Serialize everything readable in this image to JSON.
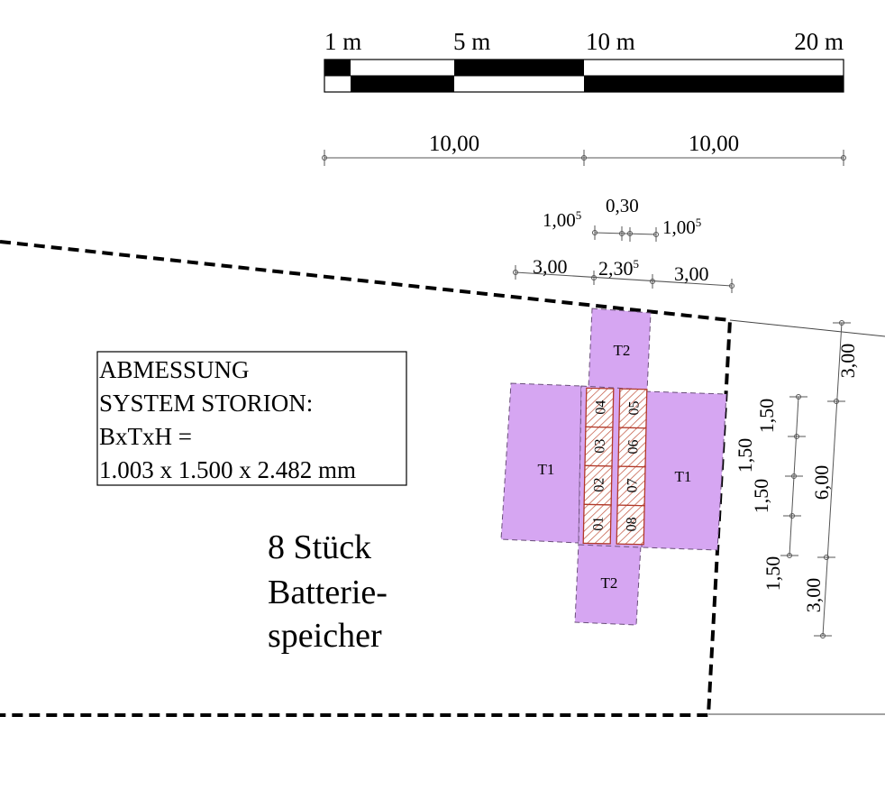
{
  "scale_bar": {
    "labels": [
      "1 m",
      "5 m",
      "10 m",
      "20 m"
    ]
  },
  "dimensions": {
    "top_total": [
      "10,00",
      "10,00"
    ],
    "gap_row": {
      "left": "1,00",
      "left_sup": "5",
      "middle": "0,30",
      "right": "1,00",
      "right_sup": "5"
    },
    "width_row": {
      "left": "3,00",
      "middle": "2,30",
      "middle_sup": "5",
      "right": "3,00"
    },
    "right_inner": [
      "1,50",
      "1,50",
      "1,50",
      "1,50"
    ],
    "right_outer": [
      "3,00",
      "6,00",
      "3,00"
    ]
  },
  "zones": {
    "t1_left": "T1",
    "t1_right": "T1",
    "t2_top": "T2",
    "t2_bottom": "T2"
  },
  "batteries": [
    "01",
    "02",
    "03",
    "04",
    "05",
    "06",
    "07",
    "08"
  ],
  "info_box": {
    "line1": "ABMESSUNG",
    "line2": "SYSTEM STORION:",
    "line3": "BxTxH =",
    "line4": "1.003 x 1.500 x 2.482 mm"
  },
  "caption": {
    "line1": "8 Stück",
    "line2": "Batterie-",
    "line3": "speicher"
  },
  "colors": {
    "zone_fill": "#d6a6f2",
    "battery_outline": "#b23a2a"
  }
}
